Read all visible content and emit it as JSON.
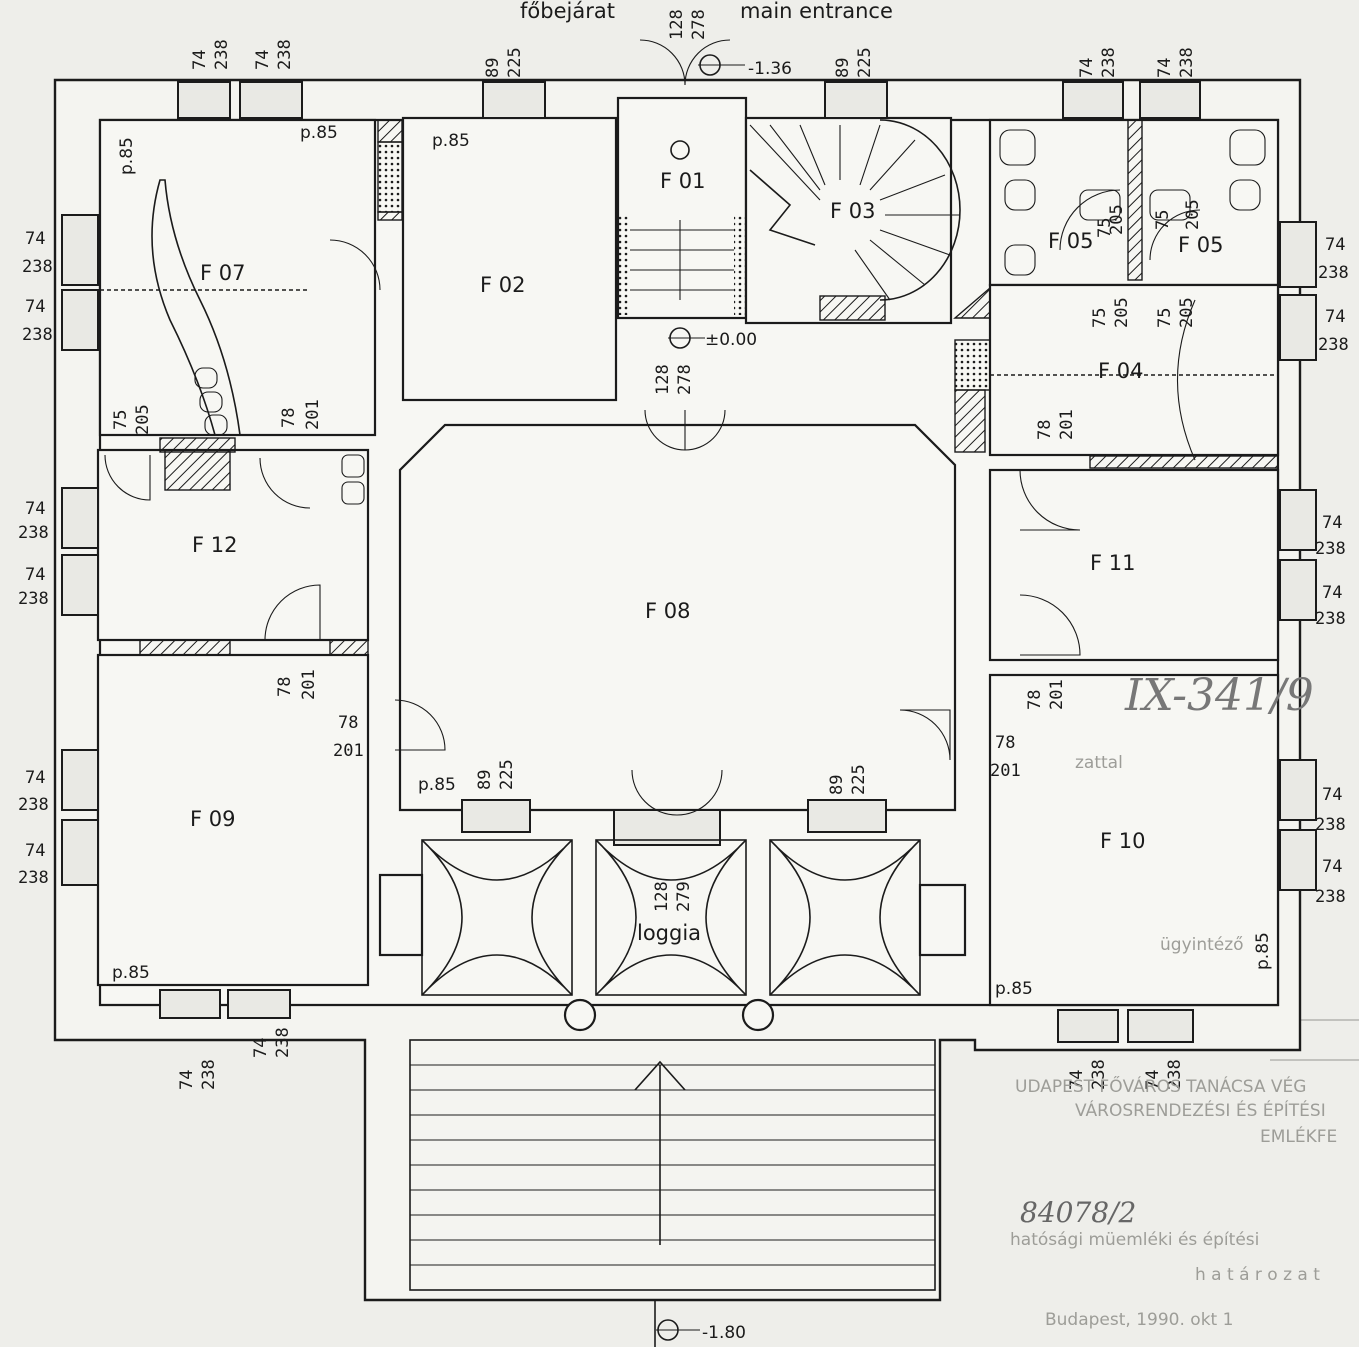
{
  "title_hu": "főbejárat",
  "title_en": "main entrance",
  "rooms": {
    "f01": "F 01",
    "f02": "F 02",
    "f03": "F 03",
    "f04": "F 04",
    "f05a": "F 05",
    "f05b": "F 05",
    "f07": "F 07",
    "f08": "F 08",
    "f09": "F 09",
    "f10": "F 10",
    "f11": "F 11",
    "f12": "F 12",
    "loggia": "loggia"
  },
  "levels": {
    "entrance": "-1.36",
    "zero": "±0.00",
    "ground": "-1.80"
  },
  "parapet": "p.85",
  "dims": {
    "w74": "74",
    "h238": "238",
    "w89": "89",
    "h225": "225",
    "w78": "78",
    "h201": "201",
    "w75": "75",
    "h205": "205",
    "w128": "128",
    "h278": "278",
    "h279": "279"
  },
  "annotations": {
    "sheet_no": "IX-341/9",
    "case_no": "84078/2",
    "stamp_line1": "UDAPEST FŐVÁROS TANÁCSA VÉG",
    "stamp_line2": "VÁROSRENDEZÉSI ÉS ÉPÍTÉSI",
    "stamp_line3": "EMLÉKFE",
    "stamp_line4": "hatósági müemléki és építési",
    "stamp_line5": "h a t á r o z a t",
    "stamp_date": "Budapest, 1990. okt 1",
    "note1": "zattal",
    "note2": "ügyintéző"
  }
}
